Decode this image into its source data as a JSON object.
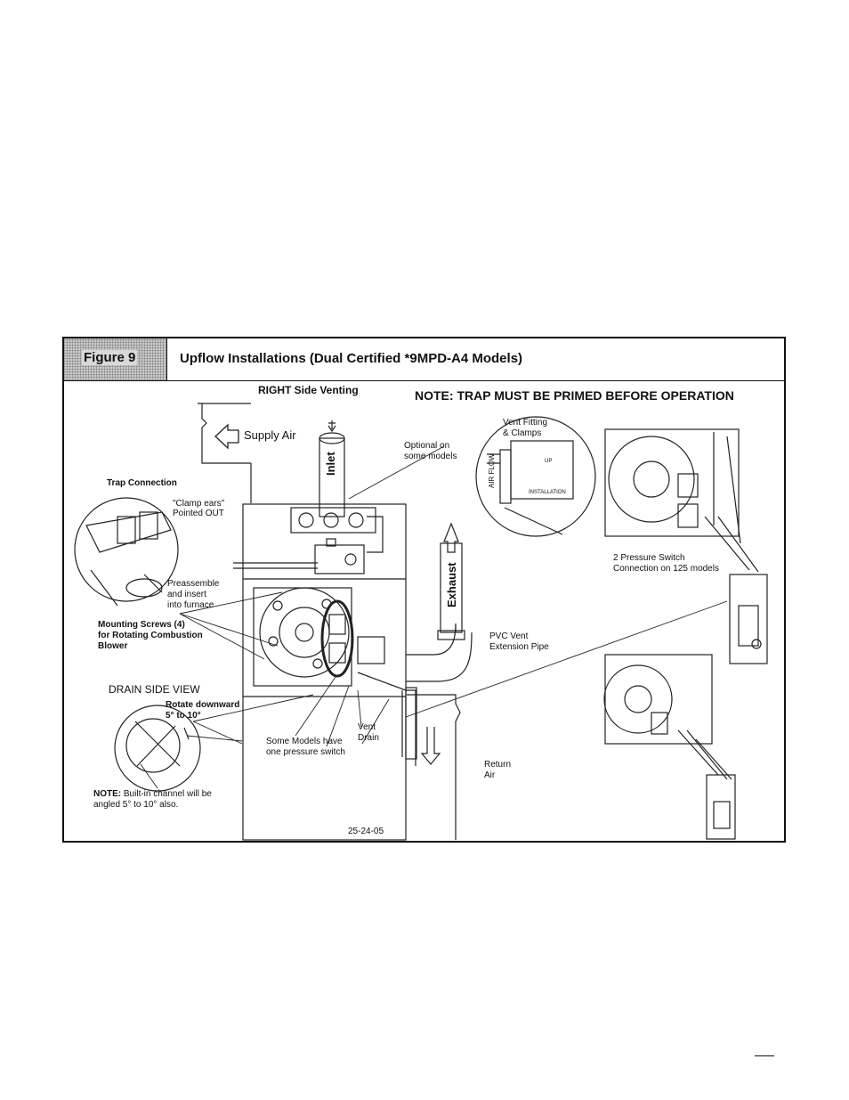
{
  "figure": {
    "label": "Figure 9",
    "title": "Upflow Installations (Dual Certified *9MPD-A4 Models)"
  },
  "labels": {
    "right_side_venting": "RIGHT Side Venting",
    "note": "NOTE: TRAP MUST BE PRIMED BEFORE OPERATION",
    "supply_air": "Supply Air",
    "inlet": "Inlet",
    "optional_on": "Optional on",
    "some_models": "some models",
    "vent_fitting": "Vent Fitting",
    "clamps": "& Clamps",
    "air_flow": "AIR FLOW",
    "up": "UP",
    "installation": "INSTALLATION",
    "trap_connection": "Trap Connection",
    "clamp_ears": "\"Clamp ears\"",
    "pointed_out": "Pointed OUT",
    "preassemble": "Preassemble",
    "and_insert": "and insert",
    "into_furnace": "into furnace",
    "mounting_screws": "Mounting Screws (4)",
    "for_rotating": "for Rotating Combustion",
    "blower": "Blower",
    "exhaust": "Exhaust",
    "pvc_vent": "PVC Vent",
    "extension_pipe": "Extension Pipe",
    "two_pressure_switch": "2 Pressure Switch",
    "connection_125": "Connection on 125 models",
    "drain_side_view": "DRAIN SIDE VIEW",
    "rotate_downward": "Rotate downward",
    "five_to_ten": "5° to 10°",
    "vent": "Vent",
    "drain": "Drain",
    "some_models_have": "Some Models have",
    "one_pressure_switch": "one pressure switch",
    "return": "Return",
    "air": "Air",
    "note_builtin_prefix": "NOTE:",
    "note_builtin": " Built-in channel will be",
    "angled": "angled 5° to 10°  also.",
    "drawing_number": "25-24-05"
  }
}
